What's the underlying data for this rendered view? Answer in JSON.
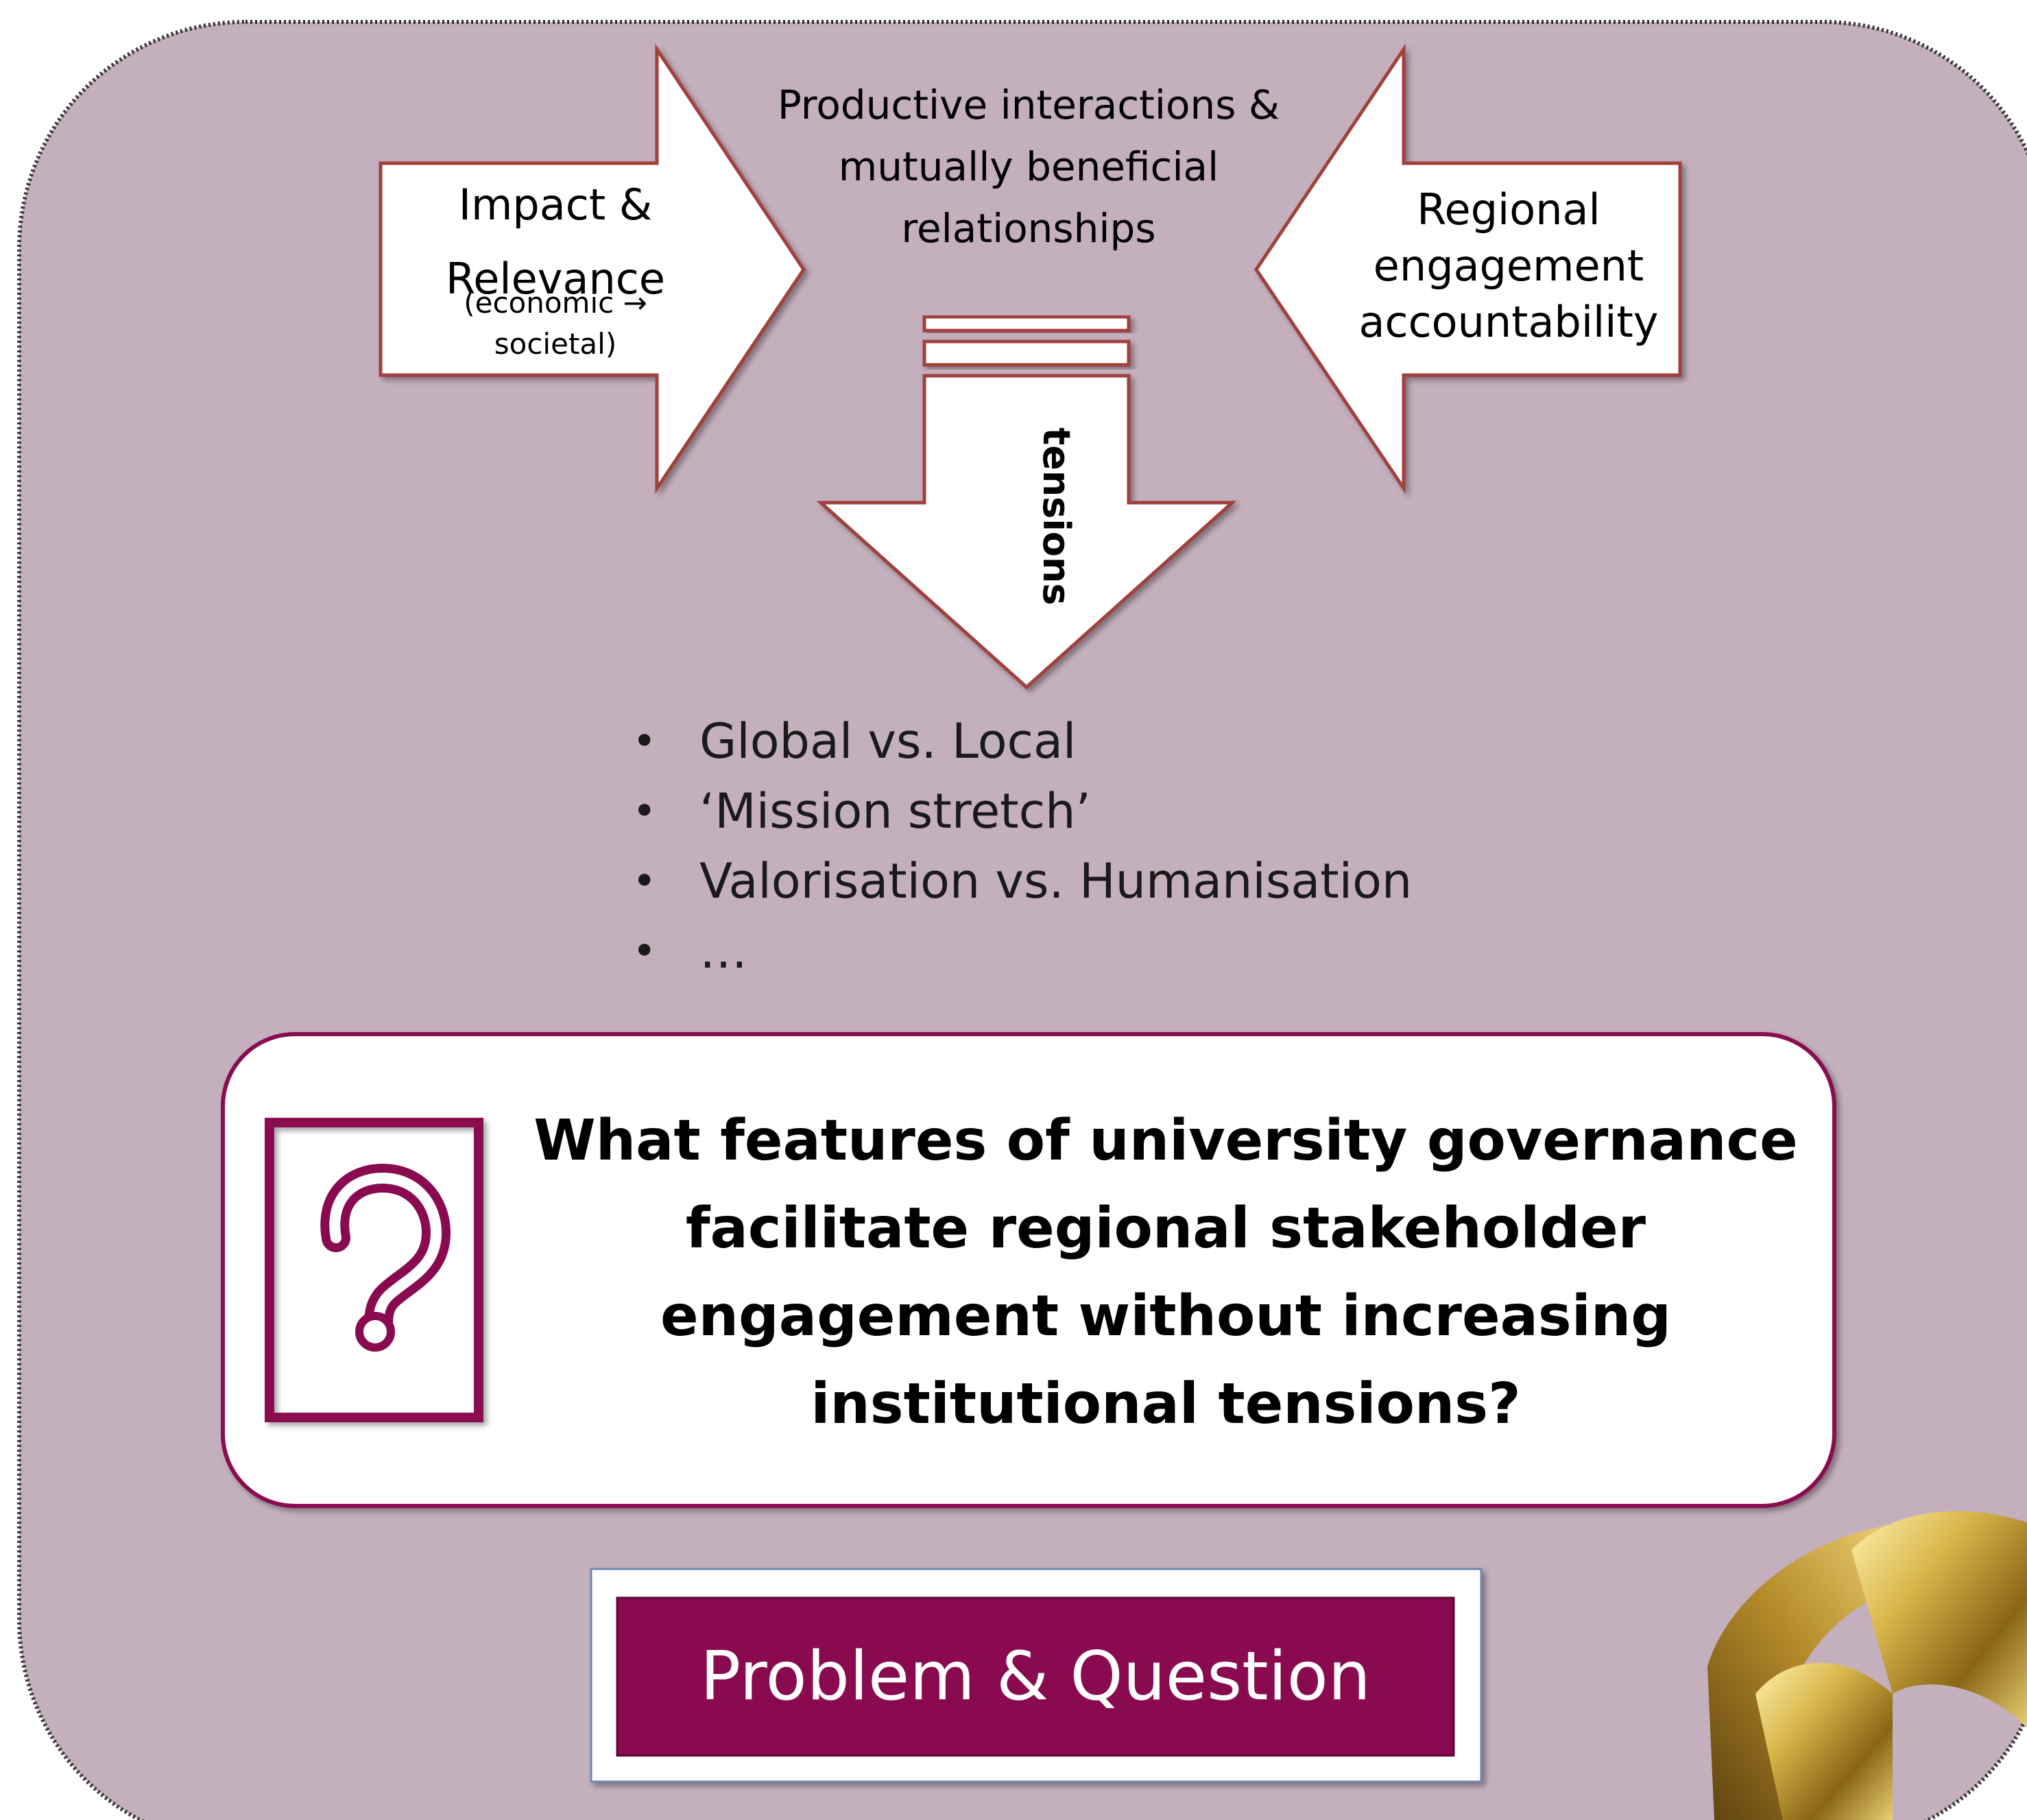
{
  "diagram": {
    "top_label": [
      "Productive interactions &",
      "mutually beneficial",
      "relationships"
    ],
    "left_arrow": {
      "label": [
        "Impact &",
        "Relevance"
      ],
      "sublabel": [
        "(economic →",
        "societal)"
      ]
    },
    "right_arrow": {
      "label": [
        "Regional",
        "engagement",
        "accountability"
      ]
    },
    "down_arrow": {
      "label": "tensions"
    },
    "bullets": [
      "Global vs. Local",
      "‘Mission stretch’",
      "Valorisation vs. Humanisation",
      "…"
    ],
    "question": {
      "icon": "question-mark-icon",
      "text": [
        "What features of university governance",
        "facilitate regional stakeholder",
        "engagement without increasing",
        "institutional tensions?"
      ]
    },
    "section_label": "Problem & Question"
  },
  "colors": {
    "panel_background": "#c4afbc",
    "arrow_outline": "#a1403c",
    "accent": "#8a0a4f",
    "white": "#ffffff",
    "gold_decoration": "#c8a640"
  }
}
